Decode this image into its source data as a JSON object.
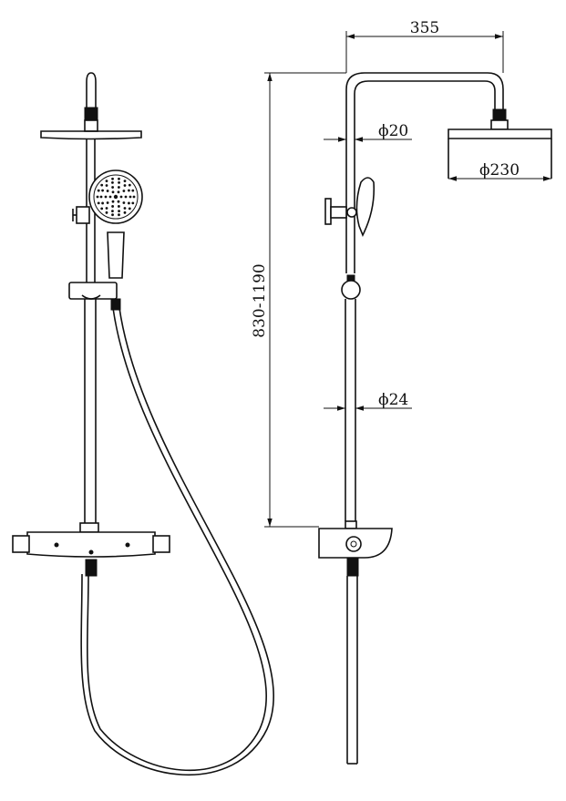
{
  "dimensions": {
    "arm_reach": "355",
    "pipe_upper_diameter": "ϕ20",
    "head_diameter": "ϕ230",
    "pipe_lower_diameter": "ϕ24",
    "height_range": "830-1190"
  }
}
